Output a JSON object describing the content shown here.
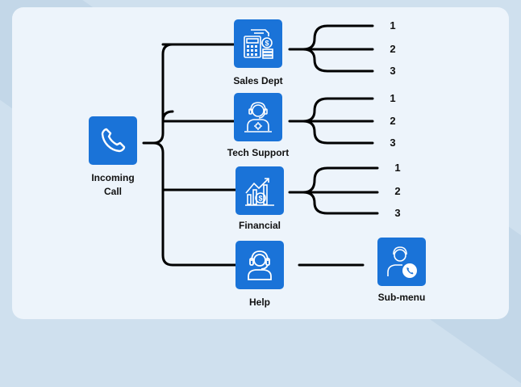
{
  "colors": {
    "accent": "#1a73d8",
    "line": "#000000",
    "card": "#edf4fb",
    "background": "#cfe0ee"
  },
  "root": {
    "label_line1": "Incoming",
    "label_line2": "Call",
    "icon": "phone-icon"
  },
  "branches": [
    {
      "label": "Sales Dept",
      "icon": "calculator-accounting-icon",
      "options": [
        "1",
        "2",
        "3"
      ]
    },
    {
      "label": "Tech Support",
      "icon": "support-agent-icon",
      "options": [
        "1",
        "2",
        "3"
      ]
    },
    {
      "label": "Financial",
      "icon": "financial-growth-icon",
      "options": [
        "1",
        "2",
        "3"
      ]
    },
    {
      "label": "Help",
      "icon": "headset-agent-icon"
    }
  ],
  "submenu": {
    "label": "Sub-menu",
    "icon": "agent-call-icon"
  }
}
